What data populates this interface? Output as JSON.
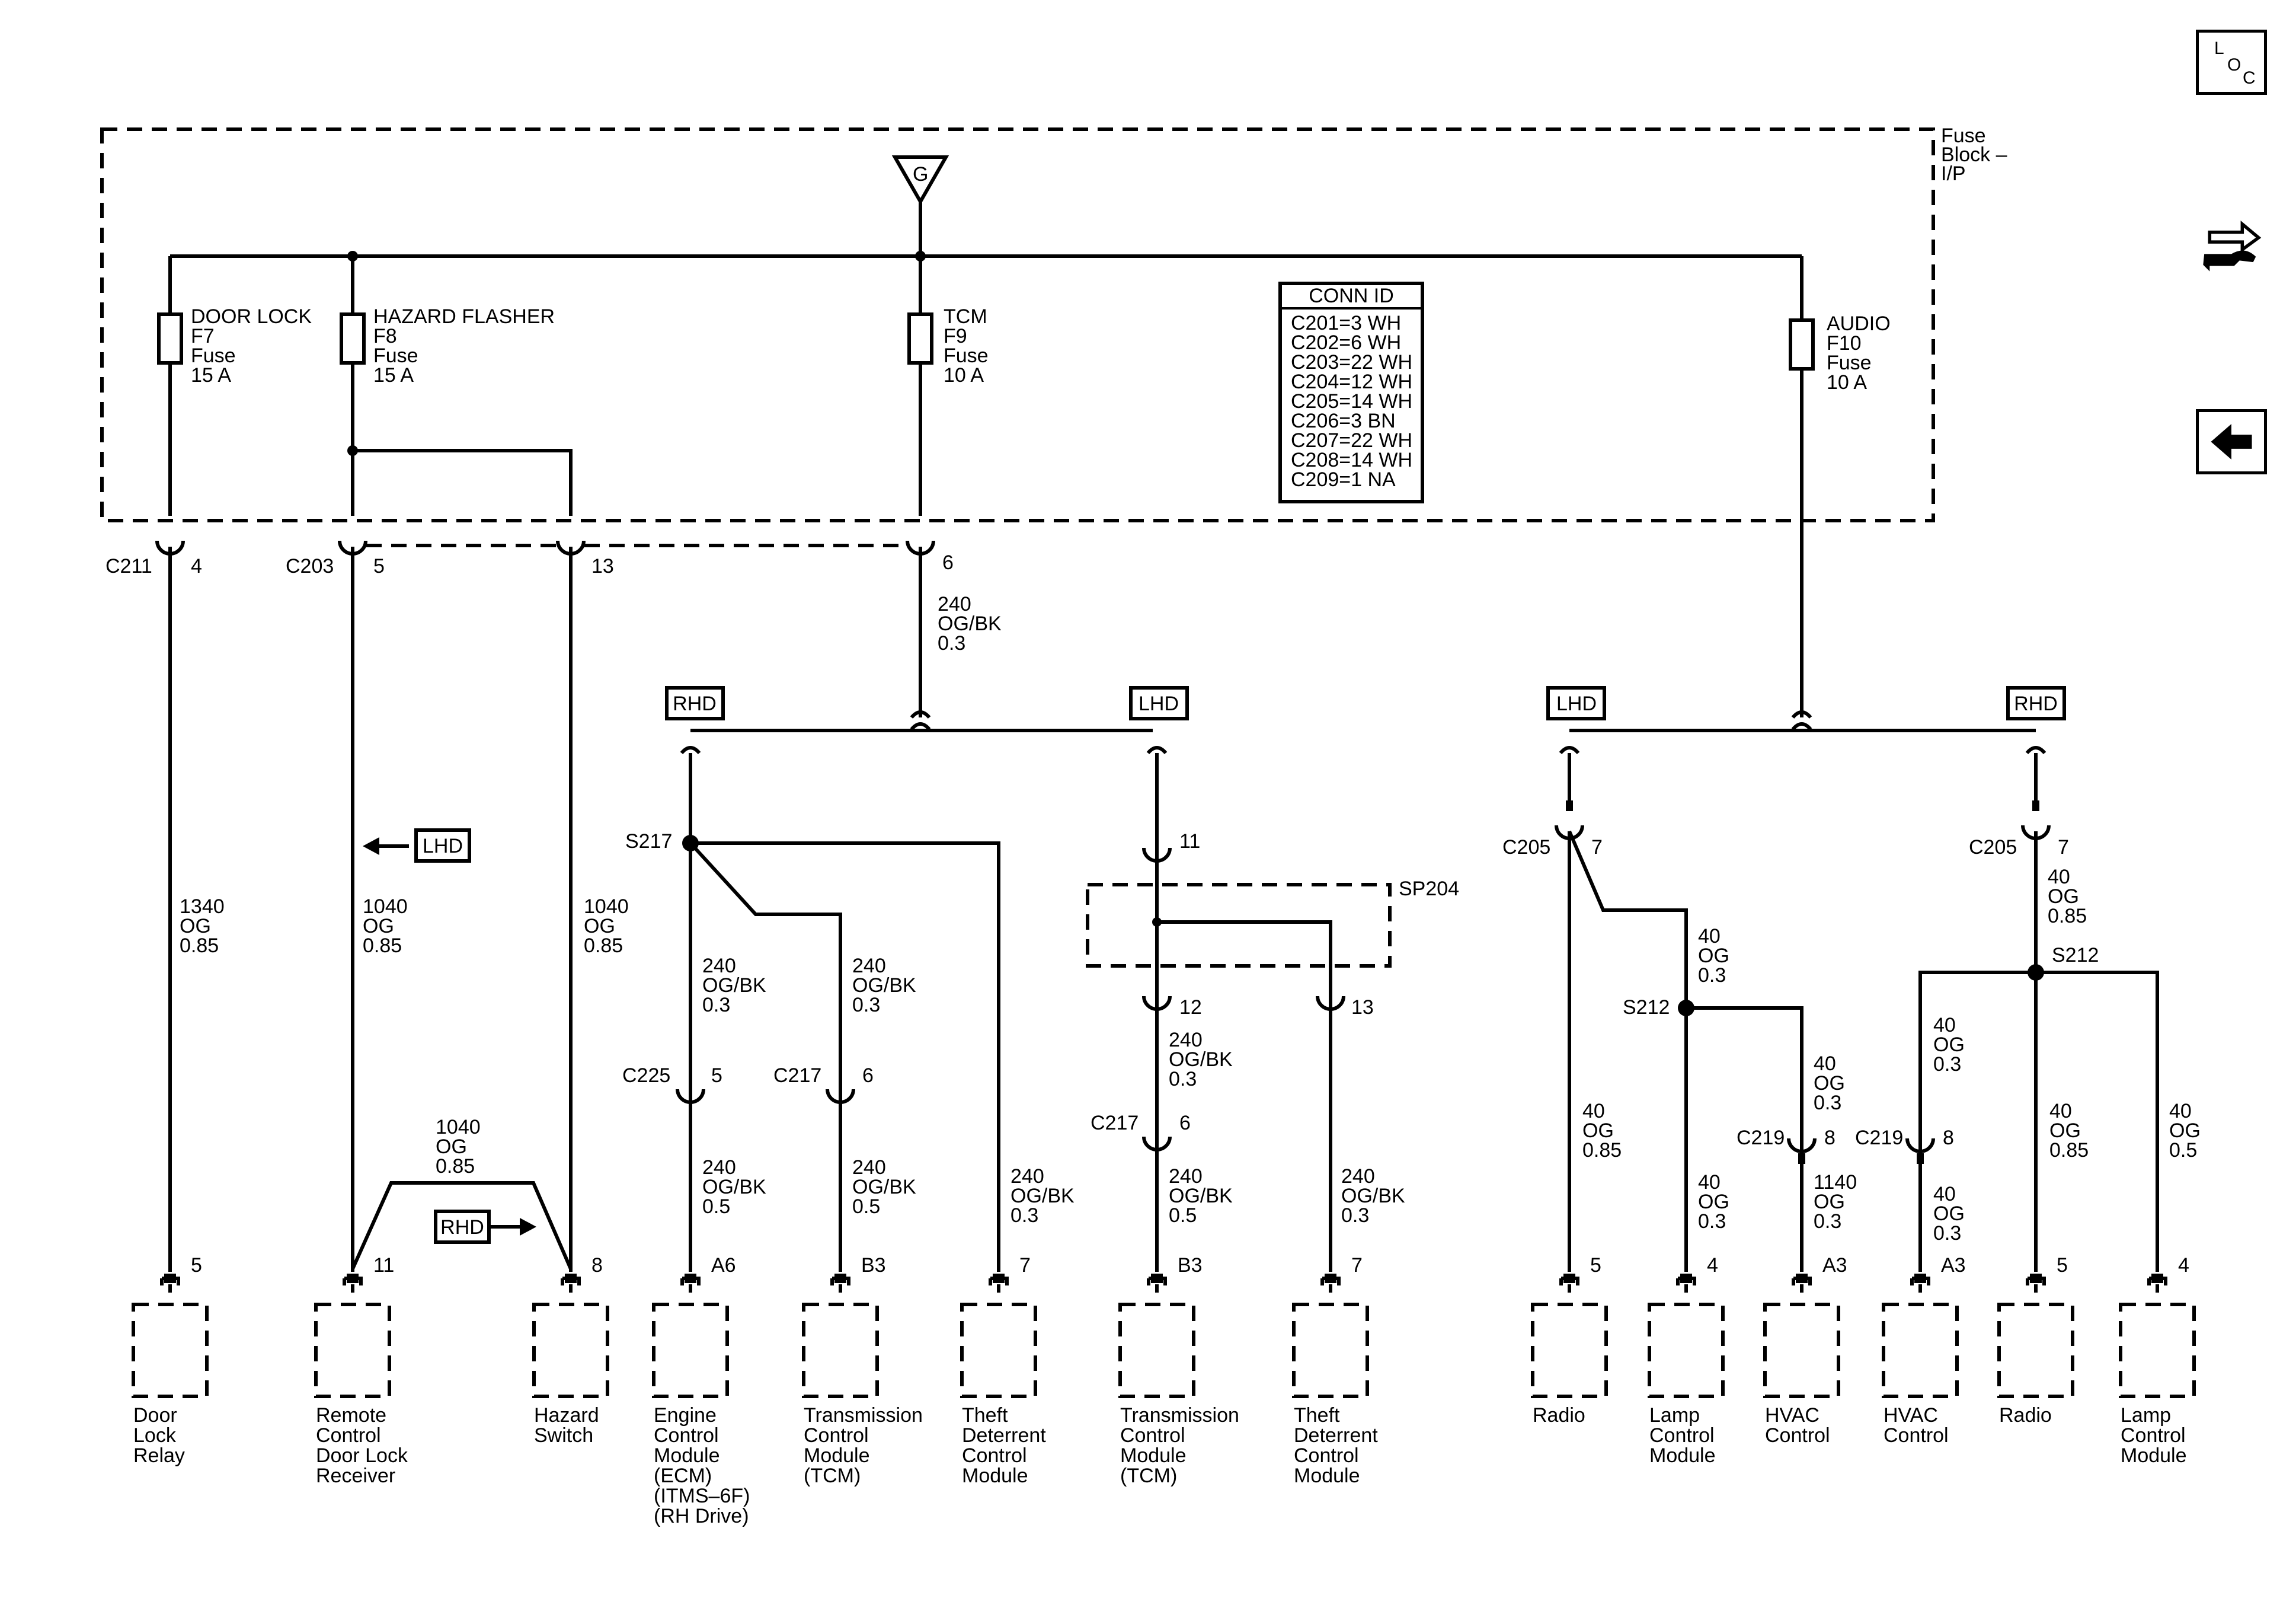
{
  "nav": {
    "loc_l": "L",
    "loc_o": "O",
    "loc_c": "C",
    "tools_icon": "wrench-arrows-icon",
    "back_icon": "left-arrow-icon"
  },
  "fuse_block": {
    "label_line1": "Fuse",
    "label_line2": "Block –",
    "label_line3": "I/P",
    "ground_symbol": "G",
    "fuses": [
      {
        "name": "DOOR LOCK",
        "id": "F7",
        "type": "Fuse",
        "rating": "15 A"
      },
      {
        "name": "HAZARD FLASHER",
        "id": "F8",
        "type": "Fuse",
        "rating": "15 A"
      },
      {
        "name": "TCM",
        "id": "F9",
        "type": "Fuse",
        "rating": "10 A"
      },
      {
        "name": "AUDIO",
        "id": "F10",
        "type": "Fuse",
        "rating": "10 A"
      }
    ],
    "conn_id": {
      "title": "CONN ID",
      "rows": [
        "C201=3 WH",
        "C202=6 WH",
        "C203=22 WH",
        "C204=12 WH",
        "C205=14 WH",
        "C206=3 BN",
        "C207=22 WH",
        "C208=14 WH",
        "C209=1 NA"
      ]
    }
  },
  "connectors": {
    "c211": "C211",
    "c211_pin": "4",
    "c203": "C203",
    "c203_pin_a": "5",
    "c203_pin_b": "13",
    "tcm_pin": "6",
    "c225": "C225",
    "c225_pin": "5",
    "c217_r": "C217",
    "c217_r_pin": "6",
    "c217_l": "C217",
    "c217_l_pin": "6",
    "c205_l": "C205",
    "c205_l_pin": "7",
    "c205_r": "C205",
    "c205_r_pin": "7",
    "c219_l": "C219",
    "c219_l_pin": "8",
    "c219_r": "C219",
    "c219_r_pin": "8",
    "sp204": "SP204",
    "sp204_pin_in": "11",
    "sp204_pin_a": "12",
    "sp204_pin_b": "13"
  },
  "splices": {
    "s217": "S217",
    "s212_l": "S212",
    "s212_r": "S212"
  },
  "tags": {
    "rhd": "RHD",
    "lhd": "LHD"
  },
  "wires": {
    "w_door": [
      "1340",
      "OG",
      "0.85"
    ],
    "w_remote": [
      "1040",
      "OG",
      "0.85"
    ],
    "w_hazard": [
      "1040",
      "OG",
      "0.85"
    ],
    "w_bridge": [
      "1040",
      "OG",
      "0.85"
    ],
    "w_tcm_main": [
      "240",
      "OG/BK",
      "0.3"
    ],
    "w_s217_ecm": [
      "240",
      "OG/BK",
      "0.3"
    ],
    "w_s217_tcm": [
      "240",
      "OG/BK",
      "0.3"
    ],
    "w_ecm": [
      "240",
      "OG/BK",
      "0.5"
    ],
    "w_tcm_r": [
      "240",
      "OG/BK",
      "0.5"
    ],
    "w_theft_r": [
      "240",
      "OG/BK",
      "0.3"
    ],
    "w_sp204_out": [
      "240",
      "OG/BK",
      "0.3"
    ],
    "w_tcm_l": [
      "240",
      "OG/BK",
      "0.5"
    ],
    "w_theft_l": [
      "240",
      "OG/BK",
      "0.3"
    ],
    "w_radio_l": [
      "40",
      "OG",
      "0.85"
    ],
    "w_s212l_in": [
      "40",
      "OG",
      "0.3"
    ],
    "w_lamp_l": [
      "40",
      "OG",
      "0.3"
    ],
    "w_hvac_l_up": [
      "40",
      "OG",
      "0.3"
    ],
    "w_hvac_l": [
      "1140",
      "OG",
      "0.3"
    ],
    "w_s212r_in": [
      "40",
      "OG",
      "0.85"
    ],
    "w_hvac_r_up": [
      "40",
      "OG",
      "0.3"
    ],
    "w_hvac_r": [
      "40",
      "OG",
      "0.3"
    ],
    "w_radio_r": [
      "40",
      "OG",
      "0.85"
    ],
    "w_lamp_r": [
      "40",
      "OG",
      "0.5"
    ]
  },
  "components": [
    {
      "pin": "5",
      "lines": [
        "Door",
        "Lock",
        "Relay"
      ]
    },
    {
      "pin": "11",
      "lines": [
        "Remote",
        "Control",
        "Door Lock",
        "Receiver"
      ]
    },
    {
      "pin": "8",
      "lines": [
        "Hazard",
        "Switch"
      ]
    },
    {
      "pin": "A6",
      "lines": [
        "Engine",
        "Control",
        "Module",
        "(ECM)",
        "(ITMS–6F)",
        "(RH Drive)"
      ]
    },
    {
      "pin": "B3",
      "lines": [
        "Transmission",
        "Control",
        "Module",
        "(TCM)"
      ]
    },
    {
      "pin": "7",
      "lines": [
        "Theft",
        "Deterrent",
        "Control",
        "Module"
      ]
    },
    {
      "pin": "B3",
      "lines": [
        "Transmission",
        "Control",
        "Module",
        "(TCM)"
      ]
    },
    {
      "pin": "7",
      "lines": [
        "Theft",
        "Deterrent",
        "Control",
        "Module"
      ]
    },
    {
      "pin": "5",
      "lines": [
        "Radio"
      ]
    },
    {
      "pin": "4",
      "lines": [
        "Lamp",
        "Control",
        "Module"
      ]
    },
    {
      "pin": "A3",
      "lines": [
        "HVAC",
        "Control"
      ]
    },
    {
      "pin": "A3",
      "lines": [
        "HVAC",
        "Control"
      ]
    },
    {
      "pin": "5",
      "lines": [
        "Radio"
      ]
    },
    {
      "pin": "4",
      "lines": [
        "Lamp",
        "Control",
        "Module"
      ]
    }
  ]
}
